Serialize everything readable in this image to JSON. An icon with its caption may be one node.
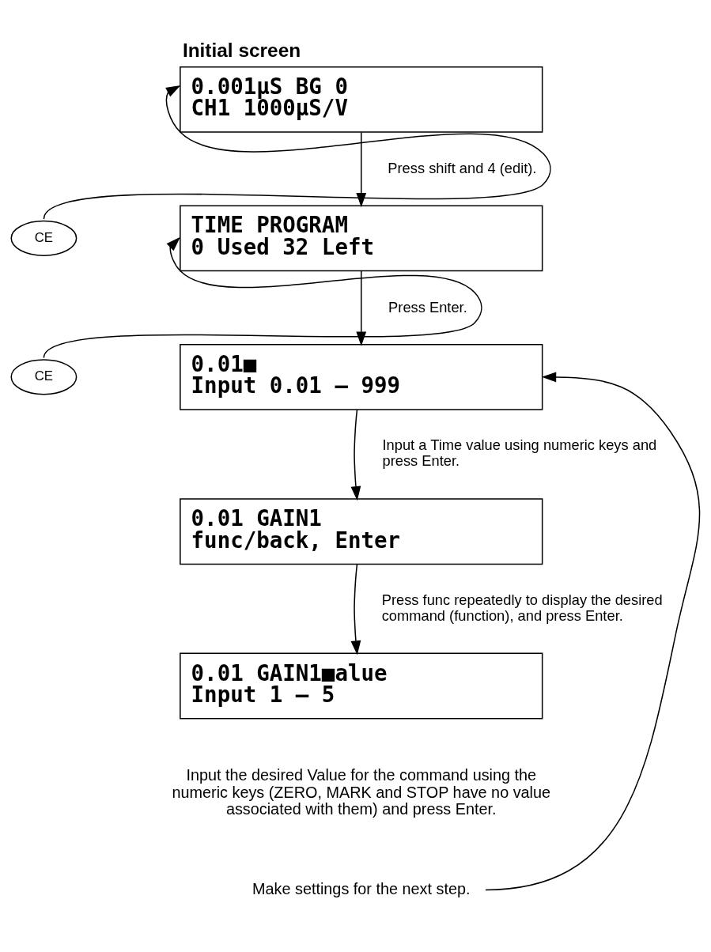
{
  "diagram": {
    "nodes": [
      {
        "text": [
          "Initial screen",
          "0.001μS BG 0",
          "CH1 1000μS/V"
        ]
      },
      {
        "text": [
          "CE"
        ]
      },
      {
        "text": [
          "TIME PROGRAM",
          "0 Used 32 Left"
        ]
      },
      {
        "text": [
          "CE"
        ]
      },
      {
        "text": [
          "0.01■",
          "Input 0.01 – 999"
        ]
      },
      {
        "text": [
          "0.01 GAIN1",
          "func/back, Enter"
        ]
      },
      {
        "text": [
          "0.01 GAIN1■alue",
          "Input 1 – 5"
        ],
        "beside": [
          "Input the desired Value for the command using the numeric keys (ZERO, MARK and STOP have no value associated with them) and press Enter."
        ]
      },
      {
        "text": [
          "Make settings for the next step."
        ]
      }
    ],
    "edges": [
      {
        "from": 0,
        "to": 2,
        "arrow": "to",
        "label": "Press shift and 4 (edit)."
      },
      {
        "from": 2,
        "to": 4,
        "arrow": "to",
        "label": "Press Enter."
      },
      {
        "from": 4,
        "to": 5,
        "arrow": "to",
        "label": "Input a Time value using numeric keys and press Enter."
      },
      {
        "from": 5,
        "to": 6,
        "arrow": "to",
        "label": "Press func repeatedly to display the desired command (function), and press Enter."
      },
      {
        "from": 1,
        "to": 0,
        "arrow": "to"
      },
      {
        "from": 3,
        "to": 2,
        "arrow": "to"
      },
      {
        "from": 7,
        "to": 4,
        "arrow": "to"
      }
    ]
  }
}
